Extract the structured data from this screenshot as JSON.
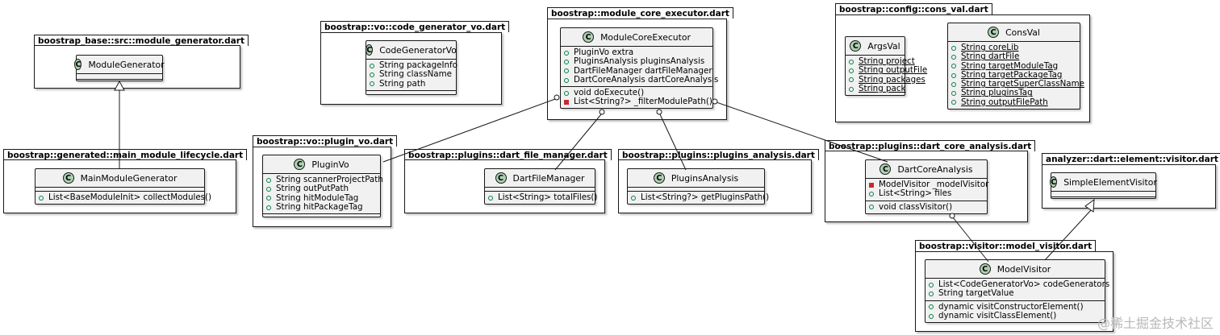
{
  "packages": {
    "module_generator": "boostrap_base::src::module_generator.dart",
    "main_module_lifecycle": "boostrap::generated::main_module_lifecycle.dart",
    "code_generator_vo": "boostrap::vo::code_generator_vo.dart",
    "module_core_executor": "boostrap::module_core_executor.dart",
    "cons_val": "boostrap::config::cons_val.dart",
    "plugin_vo": "boostrap::vo::plugin_vo.dart",
    "dart_file_manager": "boostrap::plugins::dart_file_manager.dart",
    "plugins_analysis": "boostrap::plugins::plugins_analysis.dart",
    "dart_core_analysis": "boostrap::plugins::dart_core_analysis.dart",
    "element_visitor": "analyzer::dart::element::visitor.dart",
    "model_visitor": "boostrap::visitor::model_visitor.dart"
  },
  "class_icon_letter": "C",
  "classes": {
    "ModuleGenerator": {
      "name": "ModuleGenerator"
    },
    "MainModuleGenerator": {
      "name": "MainModuleGenerator",
      "methods": [
        "List<BaseModuleInit> collectModules()"
      ]
    },
    "CodeGeneratorVo": {
      "name": "CodeGeneratorVo",
      "fields": [
        "String packageInfo",
        "String className",
        "String path"
      ]
    },
    "ModuleCoreExecutor": {
      "name": "ModuleCoreExecutor",
      "fields": [
        "PluginVo extra",
        "PluginsAnalysis pluginsAnalysis",
        "DartFileManager dartFileManager",
        "DartCoreAnalysis dartCoreAnalysis"
      ],
      "methods": [
        "void doExecute()",
        "List<String?> _filterModulePath()"
      ]
    },
    "ArgsVal": {
      "name": "ArgsVal",
      "fields": [
        "String project",
        "String outputFile",
        "String packages",
        "String pack"
      ]
    },
    "ConsVal": {
      "name": "ConsVal",
      "fields": [
        "String coreLib",
        "String dartFile",
        "String targetModuleTag",
        "String targetPackageTag",
        "String targetSuperClassName",
        "String pluginsTag",
        "String outputFilePath"
      ]
    },
    "PluginVo": {
      "name": "PluginVo",
      "fields": [
        "String scannerProjectPath",
        "String outPutPath",
        "String hitModuleTag",
        "String hitPackageTag"
      ]
    },
    "DartFileManager": {
      "name": "DartFileManager",
      "methods": [
        "List<String> totalFiles()"
      ]
    },
    "PluginsAnalysis": {
      "name": "PluginsAnalysis",
      "methods": [
        "List<String?> getPluginsPath()"
      ]
    },
    "DartCoreAnalysis": {
      "name": "DartCoreAnalysis",
      "fields": [
        "ModelVisitor _modelVisitor",
        "List<String> files"
      ],
      "methods": [
        "void classVisitor()"
      ]
    },
    "SimpleElementVisitor": {
      "name": "SimpleElementVisitor"
    },
    "ModelVisitor": {
      "name": "ModelVisitor",
      "fields": [
        "List<CodeGeneratorVo> codeGenerators",
        "String targetValue"
      ],
      "methods": [
        "dynamic visitConstructorElement()",
        "dynamic visitClassElement()"
      ]
    }
  },
  "watermark": "@稀土掘金技术社区",
  "colors": {
    "class_fill": "#f1f1f1",
    "class_icon": "#add1b2",
    "border": "#181818",
    "public_marker": "#038048",
    "private_marker": "#c82930"
  }
}
